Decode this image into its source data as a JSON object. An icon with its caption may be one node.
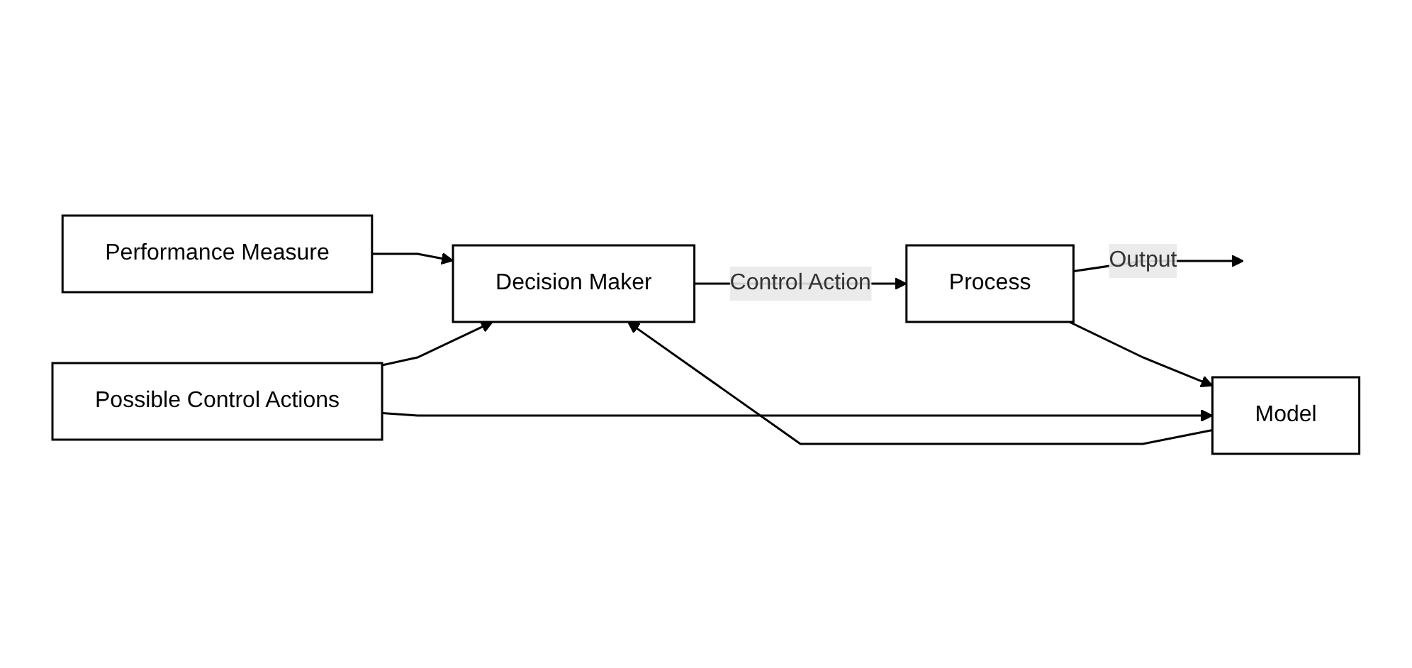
{
  "diagram": {
    "nodes": [
      {
        "text": [
          "Decision Maker"
        ]
      },
      {
        "text": [
          "Process"
        ]
      },
      {
        "text": [
          "Model"
        ]
      },
      {
        "text": [
          "Performance Measure"
        ]
      },
      {
        "text": [
          "Possible Control Actions"
        ]
      }
    ],
    "edges": [
      {
        "from": 0,
        "to": 1,
        "arrow": "to",
        "label": "Control Action"
      },
      {
        "from": 1,
        "to": null,
        "arrow": "to",
        "label": "Output"
      },
      {
        "from": 1,
        "to": 2,
        "arrow": "to"
      },
      {
        "from": 2,
        "to": 0,
        "arrow": "to"
      },
      {
        "from": 3,
        "to": 0,
        "arrow": "to"
      },
      {
        "from": 4,
        "to": 2,
        "arrow": "to"
      },
      {
        "from": 4,
        "to": 0,
        "arrow": "to"
      }
    ]
  }
}
